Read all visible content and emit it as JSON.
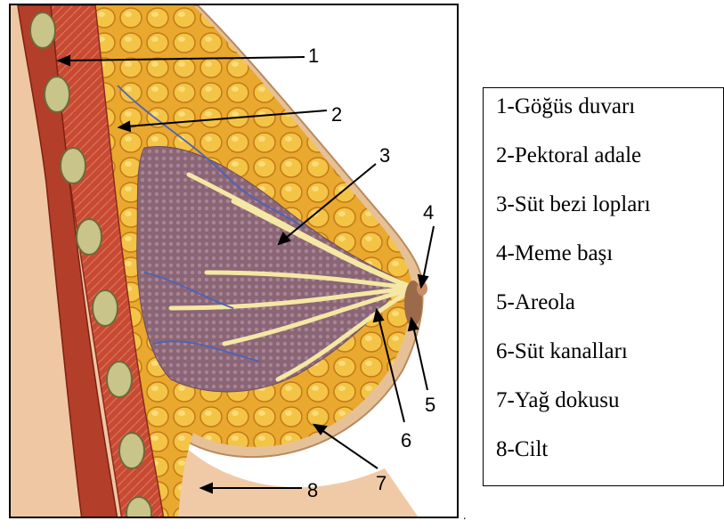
{
  "diagram": {
    "callout_numbers": [
      "1",
      "2",
      "3",
      "4",
      "5",
      "6",
      "7",
      "8"
    ]
  },
  "legend": {
    "items": [
      "1-Göğüs duvarı",
      "2-Pektoral adale",
      "3-Süt bezi lopları",
      "4-Meme başı",
      "5-Areola",
      "6-Süt kanalları",
      "7-Yağ dokusu",
      "8-Cilt"
    ]
  },
  "colors": {
    "skin": "#efc7a2",
    "muscle": "#c24a34",
    "fat": "#eab236",
    "gland": "#8e6a78",
    "duct": "#f3e7a0",
    "vein": "#4b63b8"
  }
}
